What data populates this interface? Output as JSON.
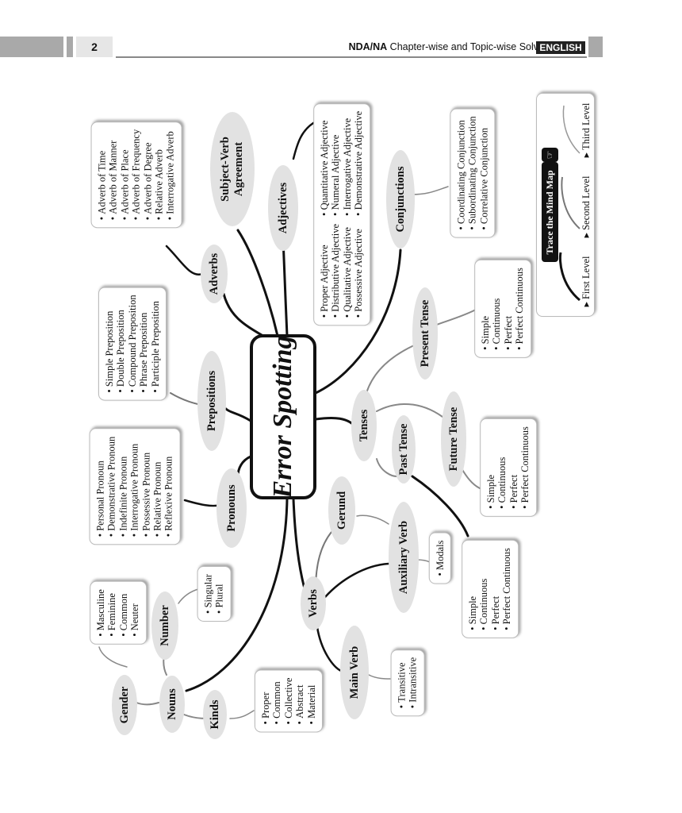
{
  "header": {
    "page_number": "2",
    "title_bold": "NDA/NA",
    "title_rest": " Chapter-wise and Topic-wise Solved Papers",
    "subject": "ENGLISH"
  },
  "center": {
    "label": "Error Spotting"
  },
  "nodes": {
    "adverbs": "Adverbs",
    "subject_verb": "Subject-Verb Agreement",
    "adjectives": "Adjectives",
    "conjunctions": "Conjunctions",
    "prepositions": "Prepositions",
    "pronouns": "Pronouns",
    "present_tense": "Present Tense",
    "tenses": "Tenses",
    "future_tense": "Future Tense",
    "past_tense": "Past Tense",
    "gerund": "Gerund",
    "auxiliary_verb": "Auxiliary Verb",
    "verbs": "Verbs",
    "main_verb": "Main Verb",
    "number": "Number",
    "gender": "Gender",
    "nouns": "Nouns",
    "kinds": "Kinds"
  },
  "lists": {
    "adverbs": [
      "Adverb of Time",
      "Adverb of Manner",
      "Adverb of Place",
      "Adverb of Frequency",
      "Adverb of Degree",
      "Relative Adverb",
      "Interrogative Adverb"
    ],
    "adjectives_a": [
      "Proper Adjective",
      "Distributive Adjective",
      "Qualitative Adjective",
      "Possessive Adjective"
    ],
    "adjectives_b": [
      "Quantitative Adjective",
      "Numeral Adjective",
      "Interrogative Adjective",
      "Demonstrative Adjective"
    ],
    "conjunctions": [
      "Coordinating Conjunction",
      "Subordinating Conjunction",
      "Correlative Conjunction"
    ],
    "prepositions": [
      "Simple Preposition",
      "Double Preposition",
      "Compound Preposition",
      "Phrase Preposition",
      "Participle Preposition"
    ],
    "pronouns": [
      "Personal Pronoun",
      "Demonstrative Pronoun",
      "Indefinite Pronoun",
      "Interrogative Pronoun",
      "Possessive Pronoun",
      "Relative Pronoun",
      "Reflexive Pronoun"
    ],
    "present_tense": [
      "Simple",
      "Continuous",
      "Perfect",
      "Perfect Continuous"
    ],
    "future_tense": [
      "Simple",
      "Continuous",
      "Perfect",
      "Perfect Continuous"
    ],
    "past_tense": [
      "Simple",
      "Continuous",
      "Perfect",
      "Perfect Continuous"
    ],
    "auxiliary_verb": [
      "Modals"
    ],
    "main_verb": [
      "Transitive",
      "Intransitive"
    ],
    "number": [
      "Singular",
      "Plural"
    ],
    "gender": [
      "Masculine",
      "Feminine",
      "Common",
      "Neuter"
    ],
    "kinds": [
      "Proper",
      "Common",
      "Collective",
      "Abstract",
      "Material"
    ]
  },
  "trace": {
    "title": "Trace the Mind Map",
    "levels": [
      "First Level",
      "Second Level",
      "Third Level"
    ]
  }
}
